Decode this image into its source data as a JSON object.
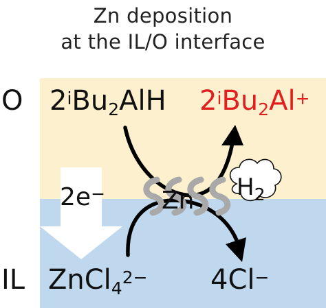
{
  "title": {
    "line1": "Zn deposition",
    "line2": "at the IL/O interface"
  },
  "phases": {
    "organic": "O",
    "ionic_liquid": "IL"
  },
  "species": {
    "reactant": {
      "coef": "2",
      "sup": "i",
      "a": "Bu",
      "sub": "2",
      "b": "AlH"
    },
    "product_al": {
      "coef": "2",
      "sup": "i",
      "a": "Bu",
      "sub": "2",
      "b": "Al",
      "charge": "+"
    },
    "zncl4": {
      "a": "ZnCl",
      "sub": "4",
      "charge": "2−"
    },
    "chloride": {
      "a": "4Cl",
      "charge": "−"
    },
    "electrons": {
      "a": "2e",
      "charge": "−"
    },
    "zinc": "Zn",
    "hydrogen": {
      "a": "H",
      "sub": "2"
    }
  },
  "colors": {
    "organic_phase": "#fdf0cf",
    "il_phase": "#bfd8ee",
    "product_red": "#e0201f",
    "arrow": "#000000",
    "swirl": "#a9a9a9"
  }
}
